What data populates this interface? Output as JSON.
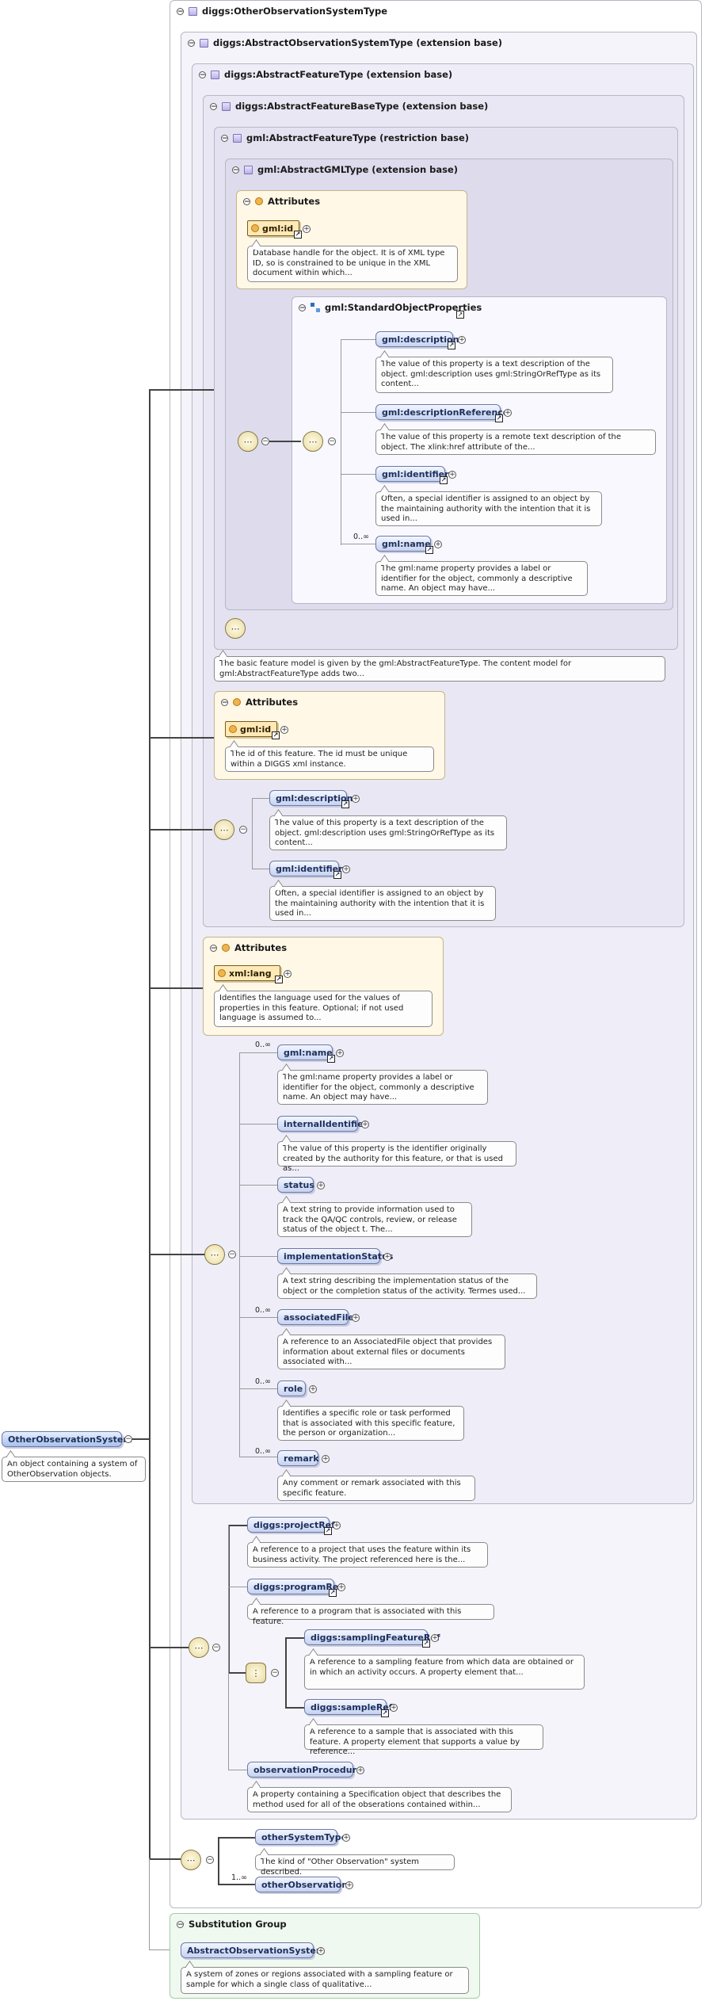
{
  "root": {
    "name": "OtherObservationSystem",
    "doc": "An object containing a system of OtherObservation objects."
  },
  "top_type": "diggs:OtherObservationSystemType",
  "types": {
    "abstract_obs_system": "diggs:AbstractObservationSystemType (extension base)",
    "abstract_feature": "diggs:AbstractFeatureType (extension base)",
    "abstract_feature_base": "diggs:AbstractFeatureBaseType (extension base)",
    "gml_abstract_feature": "gml:AbstractFeatureType (restriction base)",
    "gml_abstract_gml": "gml:AbstractGMLType (extension base)"
  },
  "labels": {
    "attributes": "Attributes",
    "substitution_group": "Substitution Group",
    "occ_unbounded": "0..∞",
    "occ_one_unbounded": "1..∞"
  },
  "gml_attrs": {
    "name": "gml:id",
    "doc": "Database handle for the object. It is of XML type ID, so is constrained to be unique in the XML document within which..."
  },
  "std_props": {
    "title": "gml:StandardObjectProperties",
    "items": [
      {
        "name": "gml:description",
        "doc": "The value of this property is a text description of the object. gml:description uses gml:StringOrRefType as its content..."
      },
      {
        "name": "gml:descriptionReference",
        "doc": "The value of this property is a remote text description of the object. The xlink:href attribute of the..."
      },
      {
        "name": "gml:identifier",
        "doc": "Often, a special identifier is assigned to an object by the maintaining authority with the intention that it is used in..."
      },
      {
        "name": "gml:name",
        "doc": "The gml:name property provides a label or identifier for the object, commonly a descriptive name. An object may have..."
      }
    ]
  },
  "gml_feature_doc": "The basic feature model is given by the gml:AbstractFeatureType. The content model for gml:AbstractFeatureType adds two...",
  "base_attrs": {
    "name": "gml:id",
    "doc": "The id of this feature. The id must be unique within a DIGGS xml instance."
  },
  "base_seq": [
    {
      "name": "gml:description",
      "doc": "The value of this property is a text description of the object. gml:description uses gml:StringOrRefType as its content..."
    },
    {
      "name": "gml:identifier",
      "doc": "Often, a special identifier is assigned to an object by the maintaining authority with the intention that it is used in..."
    }
  ],
  "feat_attrs": {
    "name": "xml:lang",
    "doc": "Identifies the language used for the values of properties in this feature. Optional; if not used language is assumed to..."
  },
  "feat_seq": [
    {
      "name": "gml:name",
      "doc": "The gml:name property provides a label or identifier for the object, commonly a descriptive name. An object may have..."
    },
    {
      "name": "internalIdentifier",
      "doc": "The value of this property is the identifier originally created by the authority for this feature, or that is used as..."
    },
    {
      "name": "status",
      "doc": "A text string to provide information used to track the QA/QC controls, review, or release status of the object t. The..."
    },
    {
      "name": "implementationStatus",
      "doc": "A text string describing the implementation status of the object or the completion status of the activity. Termes used..."
    },
    {
      "name": "associatedFile",
      "doc": "A reference to an AssociatedFile object that provides information about external files or documents associated with..."
    },
    {
      "name": "role",
      "doc": "Identifies a specific role or task performed that is associated with this specific feature, the person or organization..."
    },
    {
      "name": "remark",
      "doc": "Any comment or remark associated with this specific feature."
    }
  ],
  "obs_seq": {
    "projectRef": {
      "name": "diggs:projectRef",
      "doc": "A reference to a project that uses the feature within its business activity. The project referenced here is the..."
    },
    "programRef": {
      "name": "diggs:programRef",
      "doc": "A reference to a program that is associated with this feature."
    },
    "samplingFeatureRef": {
      "name": "diggs:samplingFeatureRef",
      "doc": "A reference to a sampling feature from which data are obtained or in which an activity occurs. A property element that..."
    },
    "sampleRef": {
      "name": "diggs:sampleRef",
      "doc": "A reference to a sample that is associated with this feature. A property element that supports a value by reference..."
    },
    "observationProcedure": {
      "name": "observationProcedure",
      "doc": "A property containing a Specification object that describes the method used for all of the obserations contained within..."
    }
  },
  "other_seq": {
    "otherSystemType": {
      "name": "otherSystemType",
      "doc": "The kind of \"Other Observation\" system described."
    },
    "otherObservation": {
      "name": "otherObservation"
    }
  },
  "subst": {
    "name": "AbstractObservationSystem",
    "doc": "A system of zones or regions associated with a sampling feature or sample for which a single class of qualitative..."
  }
}
